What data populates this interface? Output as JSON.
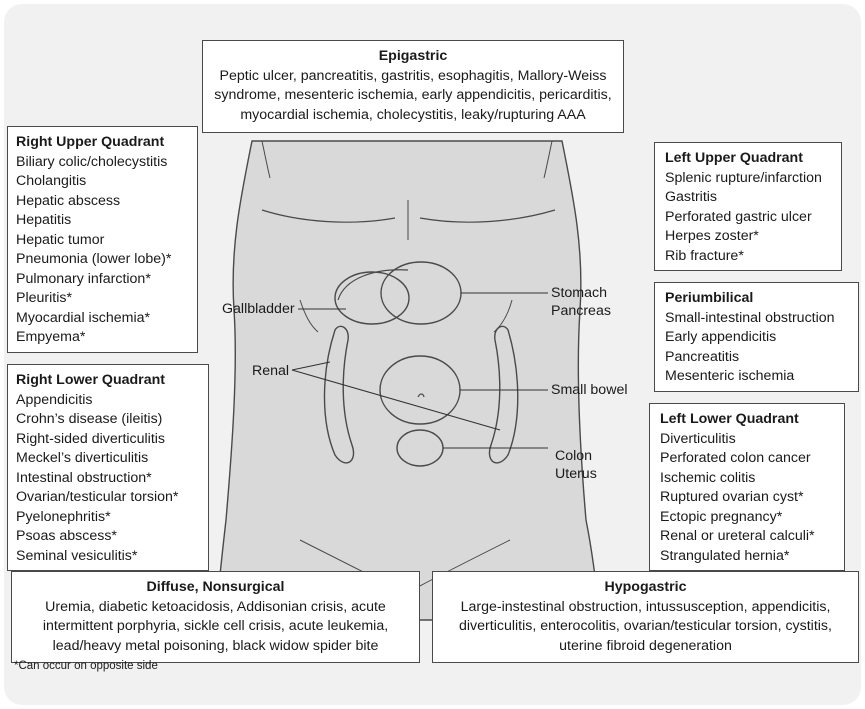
{
  "epigastric": {
    "title": "Epigastric",
    "lines": [
      "Peptic ulcer, pancreatitis, gastritis, esophagitis, Mallory-Weiss",
      "syndrome, mesenteric ischemia, early appendicitis, pericarditis,",
      "myocardial ischemia, cholecystitis, leaky/rupturing AAA"
    ]
  },
  "right_upper_quadrant": {
    "title": "Right Upper Quadrant",
    "items": [
      "Biliary colic/cholecystitis",
      "Cholangitis",
      "Hepatic abscess",
      "Hepatitis",
      "Hepatic tumor",
      "Pneumonia (lower lobe)*",
      "Pulmonary infarction*",
      "Pleuritis*",
      "Myocardial ischemia*",
      "Empyema*"
    ]
  },
  "left_upper_quadrant": {
    "title": "Left Upper Quadrant",
    "items": [
      "Splenic rupture/infarction",
      "Gastritis",
      "Perforated gastric ulcer",
      "Herpes zoster*",
      "Rib fracture*"
    ]
  },
  "periumbilical": {
    "title": "Periumbilical",
    "items": [
      "Small-intestinal obstruction",
      "Early appendicitis",
      "Pancreatitis",
      "Mesenteric ischemia"
    ]
  },
  "right_lower_quadrant": {
    "title": "Right Lower Quadrant",
    "items": [
      "Appendicitis",
      "Crohn’s disease (ileitis)",
      "Right-sided diverticulitis",
      "Meckel’s diverticulitis",
      "Intestinal obstruction*",
      "Ovarian/testicular torsion*",
      "Pyelonephritis*",
      "Psoas abscess*",
      "Seminal vesiculitis*"
    ]
  },
  "left_lower_quadrant": {
    "title": "Left Lower Quadrant",
    "items": [
      "Diverticulitis",
      "Perforated colon cancer",
      "Ischemic colitis",
      "Ruptured ovarian cyst*",
      "Ectopic pregnancy*",
      "Renal or ureteral calculi*",
      "Strangulated hernia*"
    ]
  },
  "diffuse": {
    "title": "Diffuse, Nonsurgical",
    "lines": [
      "Uremia, diabetic ketoacidosis, Addisonian crisis, acute",
      "intermittent porphyria, sickle cell crisis, acute leukemia,",
      "lead/heavy metal poisoning, black widow spider bite"
    ]
  },
  "hypogastric": {
    "title": "Hypogastric",
    "lines": [
      "Large-instestinal obstruction, intussusception, appendicitis,",
      "diverticulitis, enterocolitis, ovarian/testicular torsion, cystitis,",
      "uterine fibroid degeneration"
    ]
  },
  "organ_labels": {
    "gallbladder": "Gallbladder",
    "stomach": "Stomach",
    "pancreas": "Pancreas",
    "renal": "Renal",
    "small_bowel": "Small bowel",
    "colon": "Colon",
    "uterus": "Uterus"
  },
  "footnote": "*Can occur on opposite side",
  "colors": {
    "panel": "#f1f1f1",
    "torso_fill": "#d9d9d9",
    "outline": "#4a4a4a"
  }
}
